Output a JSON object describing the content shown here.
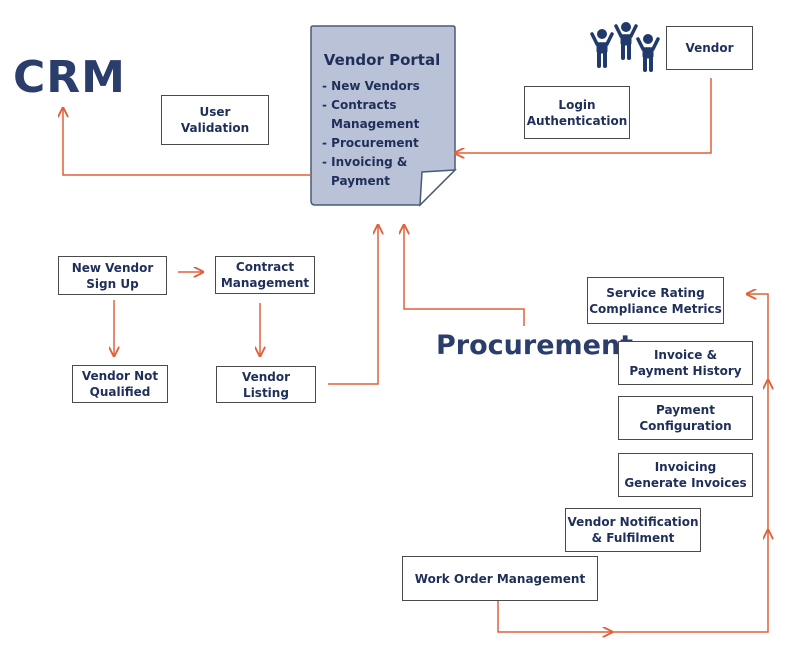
{
  "labels": {
    "crm": "CRM",
    "procurement": "Procurement"
  },
  "portal": {
    "title": "Vendor Portal",
    "items": [
      "- New Vendors",
      "- Contracts",
      "Management",
      "- Procurement",
      "- Invoicing &",
      "Payment"
    ]
  },
  "boxes": {
    "user_validation": "User\nValidation",
    "login_auth": "Login\nAuthentication",
    "vendor": "Vendor",
    "new_vendor": "New Vendor\nSign Up",
    "contract_mgmt": "Contract\nManagement",
    "vendor_not_qualified": "Vendor Not\nQualified",
    "vendor_listing": "Vendor\nListing",
    "service_rating": "Service Rating\nCompliance Metrics",
    "invoice_history": "Invoice &\nPayment History",
    "payment_config": "Payment\nConfiguration",
    "invoicing": "Invoicing\nGenerate Invoices",
    "vendor_notification": "Vendor Notification\n& Fulfilment",
    "work_order": "Work Order Management"
  },
  "colors": {
    "arrow": "#e0613a",
    "navy": "#1f2f5a",
    "portal_fill": "#b9c2d6",
    "people": "#1f3a6b"
  }
}
